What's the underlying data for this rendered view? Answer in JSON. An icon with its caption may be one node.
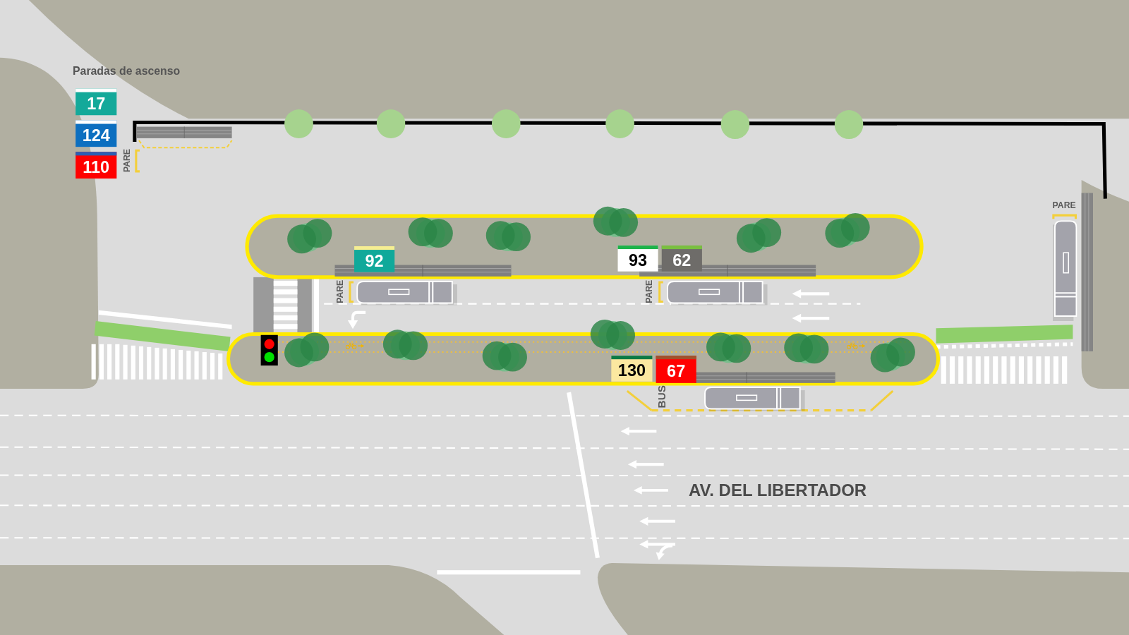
{
  "diagram": {
    "title": "Paradas de ascenso",
    "nodes": [
      {
        "text": [
          "17"
        ]
      },
      {
        "text": [
          "124"
        ]
      },
      {
        "text": [
          "110"
        ]
      },
      {
        "text": [
          "92"
        ]
      },
      {
        "text": [
          "93"
        ]
      },
      {
        "text": [
          "62"
        ]
      },
      {
        "text": [
          "130"
        ]
      },
      {
        "text": [
          "67"
        ]
      }
    ],
    "labels": [
      "PARE",
      "PARE",
      "PARE",
      "PARE",
      "BUS",
      "AV. DEL LIBERTADOR"
    ]
  }
}
